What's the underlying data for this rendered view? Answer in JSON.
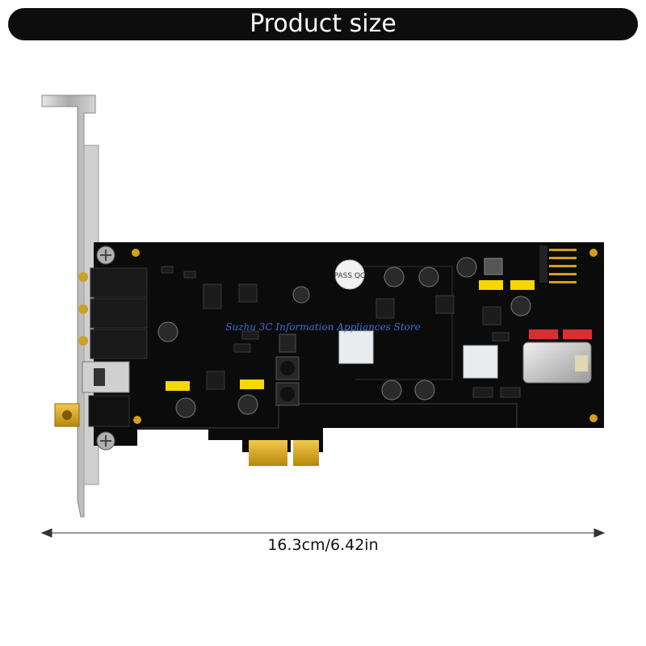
{
  "header": {
    "title": "Product size"
  },
  "dimension": {
    "label": "16.3cm/6.42in"
  },
  "watermark": {
    "text": "Suzhu 3C Information Appliances Store"
  },
  "board_markings": {
    "qc_sticker": "PASS QC"
  },
  "colors": {
    "title_bar": "#0d0d0d",
    "pcb": "#0b0b0b",
    "gold_contacts": "#d4a017",
    "bracket": "#bfbfbf",
    "label_yellow": "#f5d800",
    "label_red": "#d83030",
    "watermark": "#3b6fd8"
  }
}
